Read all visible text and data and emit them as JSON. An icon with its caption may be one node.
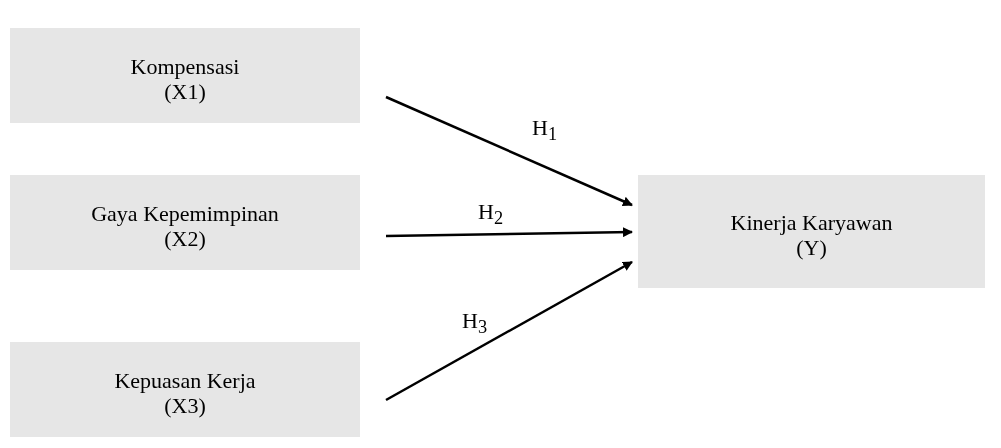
{
  "diagram": {
    "nodes": [
      {
        "text": [
          "Kompensasi",
          "(X1)"
        ]
      },
      {
        "text": [
          "Gaya Kepemimpinan",
          "(X2)"
        ]
      },
      {
        "text": [
          "Kepuasan Kerja",
          "(X3)"
        ]
      },
      {
        "text": [
          "Kinerja Karyawan",
          "(Y)"
        ]
      }
    ],
    "edges": [
      {
        "from": 0,
        "to": 3,
        "arrow": "to",
        "label": "H$_{1}$"
      },
      {
        "from": 1,
        "to": 3,
        "arrow": "to",
        "label": "H$_{2}$"
      },
      {
        "from": 2,
        "to": 3,
        "arrow": "to",
        "label": "H$_{3}$"
      }
    ]
  }
}
